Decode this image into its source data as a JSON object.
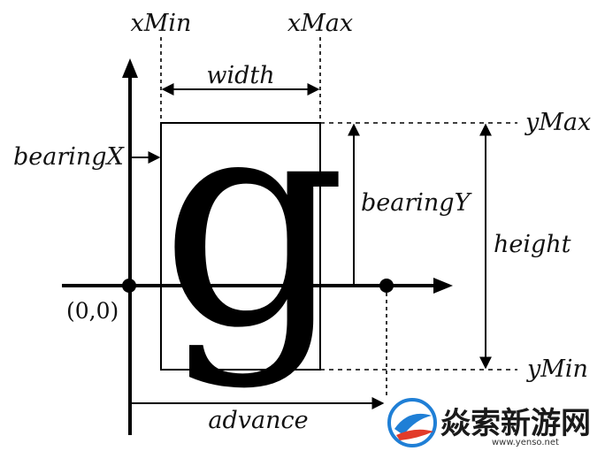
{
  "diagram": {
    "glyph": "g",
    "labels": {
      "xmin": "xMin",
      "xmax": "xMax",
      "width": "width",
      "bearing_x": "bearingX",
      "bearing_y": "bearingY",
      "ymax": "yMax",
      "ymin": "yMin",
      "height": "height",
      "origin": "(0,0)",
      "advance": "advance"
    }
  },
  "watermark": {
    "brand": "焱索新游网",
    "url": "www.yenso.net",
    "colors": {
      "blue": "#1f7fd6",
      "red": "#e23b2a"
    }
  }
}
